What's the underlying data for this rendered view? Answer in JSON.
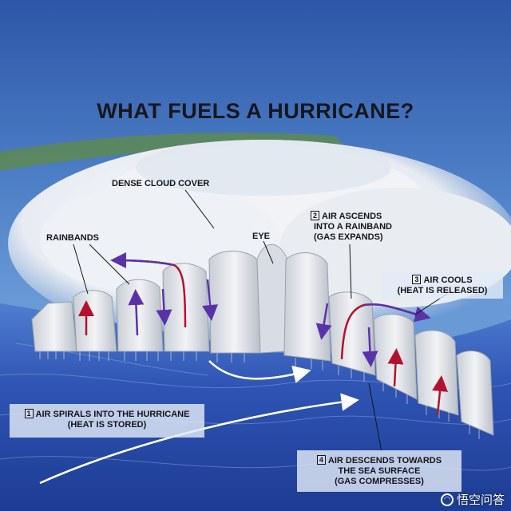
{
  "title": "WHAT FUELS A HURRICANE?",
  "labels": {
    "dense_cloud_cover": "DENSE CLOUD COVER",
    "rainbands": "RAINBANDS",
    "eye": "EYE"
  },
  "steps": [
    {
      "number": "1",
      "line1": "AIR SPIRALS INTO THE HURRICANE",
      "line2": "(HEAT IS STORED)"
    },
    {
      "number": "2",
      "line1": "AIR ASCENDS",
      "line2": "INTO A RAINBAND",
      "line3": "(GAS EXPANDS)"
    },
    {
      "number": "3",
      "line1": "AIR COOLS",
      "line2": "(HEAT IS RELEASED)"
    },
    {
      "number": "4",
      "line1": "AIR DESCENDS TOWARDS",
      "line2": "THE SEA SURFACE",
      "line3": "(GAS COMPRESSES)"
    }
  ],
  "watermark": "悟空问答",
  "colors": {
    "sky_top": "#2d56a8",
    "sky_mid": "#5f92d4",
    "ocean": "#2f54b4",
    "ocean_deep": "#1d3c93",
    "cloud": "#f2f4f6",
    "land": "#5e8a52",
    "arrow_red": "#b3122e",
    "arrow_purple": "#5a32a8",
    "flow_white": "#ffffff"
  },
  "icons": [
    "watermark-logo-icon"
  ]
}
